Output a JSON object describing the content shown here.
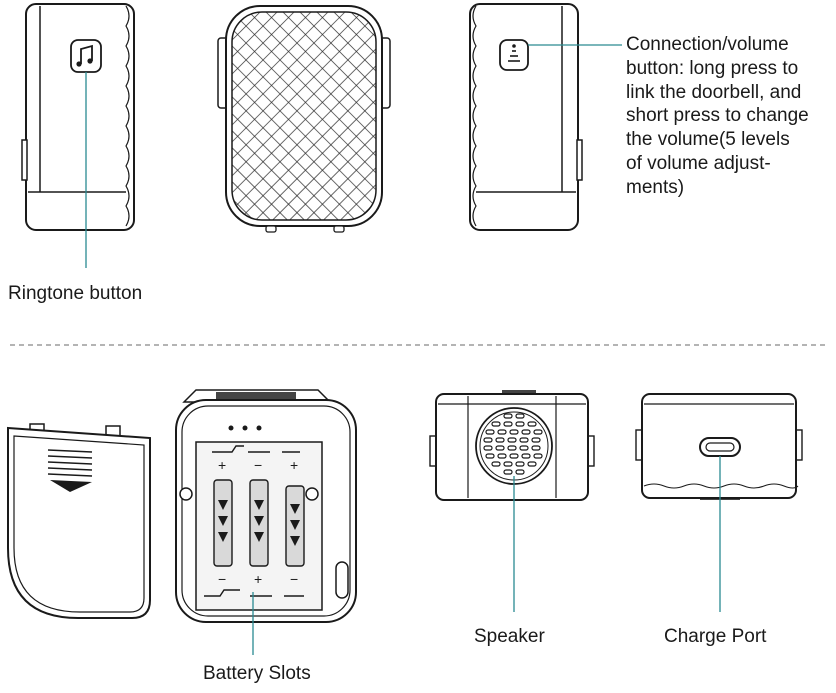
{
  "labels": {
    "ringtone_button": "Ringtone button",
    "connection_button_lines": [
      "Connection/volume",
      "button: long press to",
      "link the doorbell, and",
      "short press to change",
      "the volume(5 levels",
      "of volume adjust-",
      "ments)"
    ],
    "battery_slots": "Battery Slots",
    "speaker": "Speaker",
    "charge_port": "Charge Port",
    "battery_plus": "+",
    "battery_minus": "−"
  },
  "colors": {
    "leader_line": "#2a8a91",
    "outline": "#1a1a1a",
    "fill_light": "#f4f4f4",
    "fill_mid": "#d9d9d9",
    "divider": "#888888"
  },
  "icons": {
    "ringtone": "music-note-icon",
    "connection": "volume-link-icon"
  }
}
